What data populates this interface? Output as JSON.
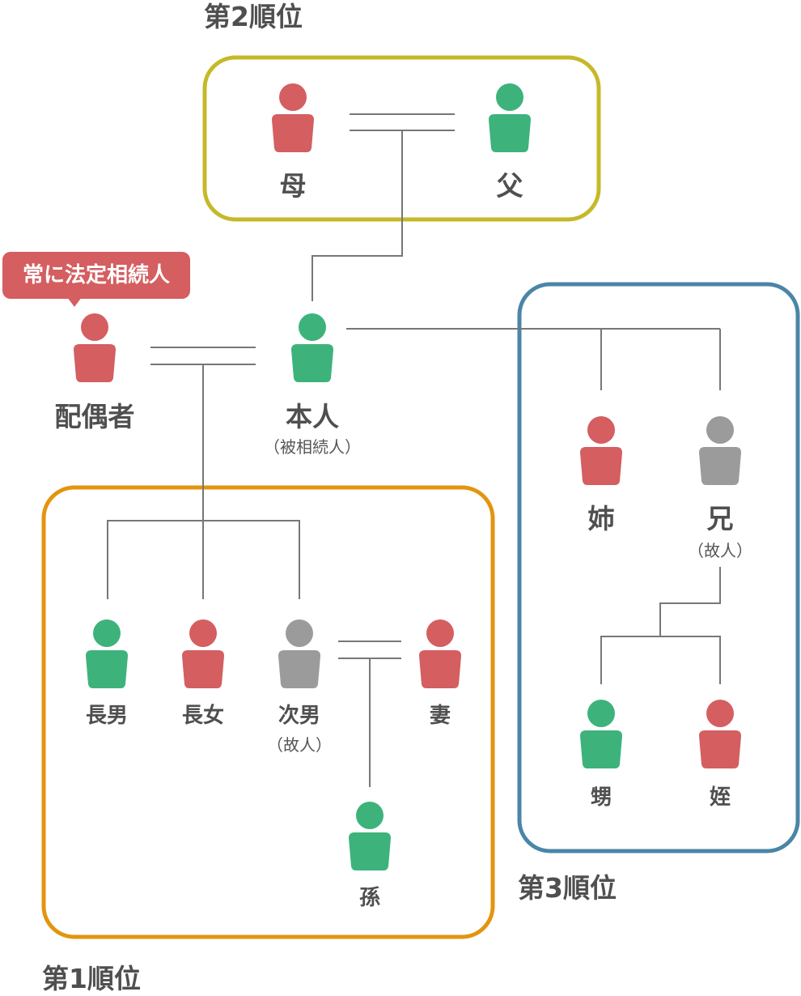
{
  "colors": {
    "female": "#d45e60",
    "male": "#3db37b",
    "deceased": "#9b9b9b",
    "line": "#777777",
    "group1": "#e3950f",
    "group2": "#c5b92a",
    "group3": "#4a86a6",
    "bubble": "#d45e60"
  },
  "groups": {
    "first": "第1順位",
    "second": "第2順位",
    "third": "第3順位"
  },
  "callout": "常に法定相続人",
  "people": {
    "mother": {
      "label": "母",
      "icon": "person-female-icon"
    },
    "father": {
      "label": "父",
      "icon": "person-male-icon"
    },
    "spouse": {
      "label": "配偶者",
      "icon": "person-female-icon"
    },
    "self": {
      "label": "本人",
      "note": "（被相続人）",
      "icon": "person-male-icon"
    },
    "elder_sister": {
      "label": "姉",
      "icon": "person-female-icon"
    },
    "elder_brother": {
      "label": "兄",
      "note": "（故人）",
      "icon": "person-deceased-icon"
    },
    "eldest_son": {
      "label": "長男",
      "icon": "person-male-icon"
    },
    "eldest_daughter": {
      "label": "長女",
      "icon": "person-female-icon"
    },
    "second_son": {
      "label": "次男",
      "note": "（故人）",
      "icon": "person-deceased-icon"
    },
    "wife": {
      "label": "妻",
      "icon": "person-female-icon"
    },
    "grandchild": {
      "label": "孫",
      "icon": "person-male-icon"
    },
    "nephew": {
      "label": "甥",
      "icon": "person-male-icon"
    },
    "niece": {
      "label": "姪",
      "icon": "person-female-icon"
    }
  }
}
